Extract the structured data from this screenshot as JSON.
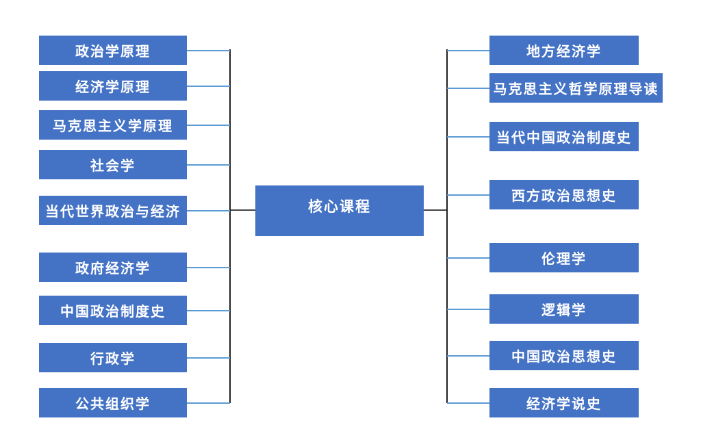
{
  "diagram": {
    "center_node": {
      "label": "核心课程"
    },
    "left_nodes": [
      {
        "label": "政治学原理"
      },
      {
        "label": "经济学原理"
      },
      {
        "label": "马克思主义学原理"
      },
      {
        "label": "社会学"
      },
      {
        "label": "当代世界政治与经济"
      },
      {
        "label": "政府经济学"
      },
      {
        "label": "中国政治制度史"
      },
      {
        "label": "行政学"
      },
      {
        "label": "公共组织学"
      }
    ],
    "right_nodes": [
      {
        "label": "地方经济学"
      },
      {
        "label": "马克思主义哲学原理导读"
      },
      {
        "label": "当代中国政治制度史"
      },
      {
        "label": "西方政治思想史"
      },
      {
        "label": "伦理学"
      },
      {
        "label": "逻辑学"
      },
      {
        "label": "中国政治思想史"
      },
      {
        "label": "经济学说史"
      }
    ],
    "colors": {
      "background": "#FFFFFF",
      "node_fill": "#4472C4",
      "node_text": "#FFFFFF",
      "branch_connector": "#5B9BD5",
      "trunk": "#1F1F1F",
      "center_connector": "#444444"
    }
  }
}
